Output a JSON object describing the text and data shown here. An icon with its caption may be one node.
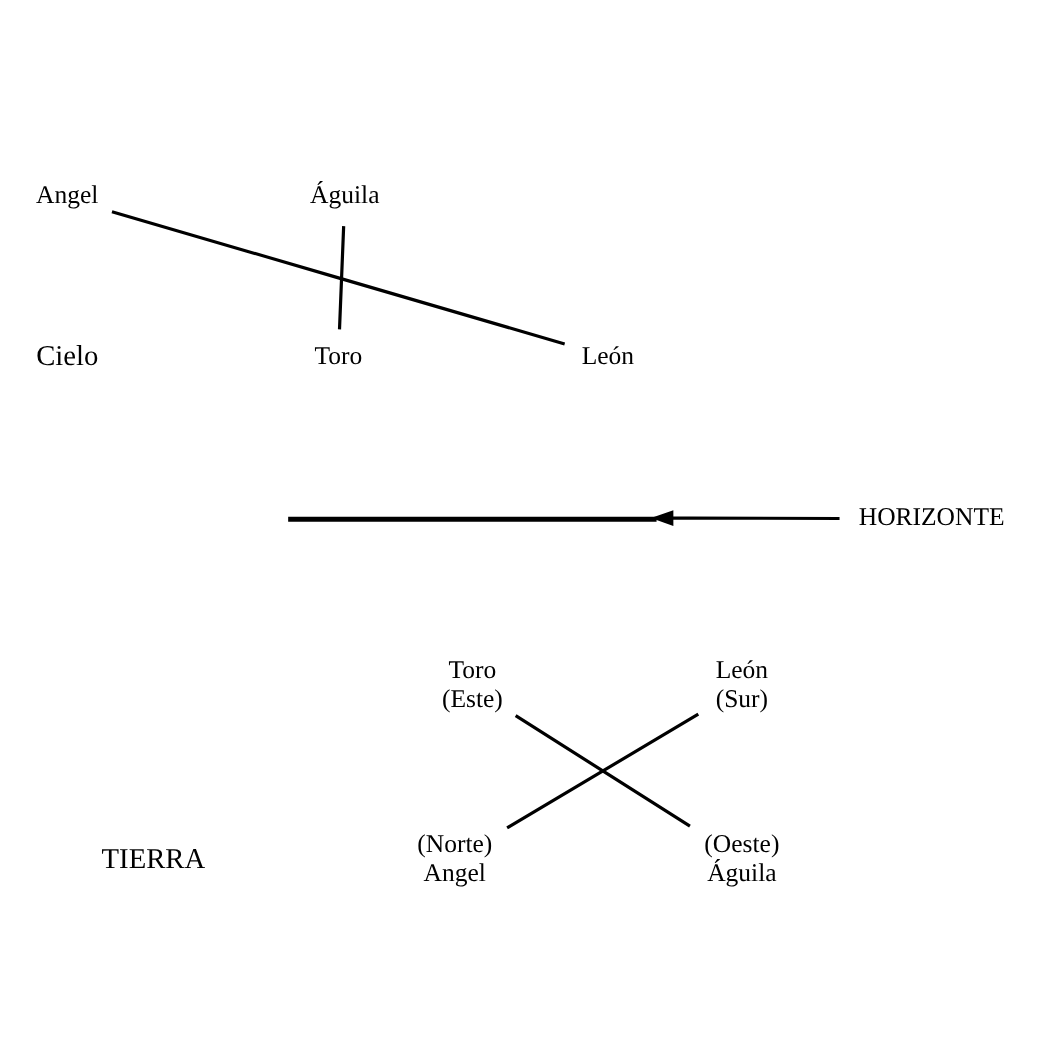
{
  "diagram": {
    "nodes": [
      {
        "text": [
          "Angel"
        ]
      },
      {
        "text": [
          "Águila"
        ]
      },
      {
        "text": [
          "Toro"
        ]
      },
      {
        "text": [
          "León"
        ]
      },
      {
        "text": [
          "HORIZONTE"
        ]
      },
      {
        "text": [],
        "shape": "bar"
      },
      {
        "text": [
          "Toro (Este)"
        ]
      },
      {
        "text": [
          "León (Sur)"
        ]
      },
      {
        "text": [
          "(Norte) Angel"
        ]
      },
      {
        "text": [
          "(Oeste) Águila"
        ]
      }
    ],
    "edges": [
      {
        "from": 0,
        "to": 3,
        "arrow": "none"
      },
      {
        "from": 1,
        "to": 2,
        "arrow": "none"
      },
      {
        "from": 4,
        "to": 5,
        "arrow": "to"
      },
      {
        "from": 7,
        "to": 8,
        "arrow": "none"
      },
      {
        "from": 6,
        "to": 9,
        "arrow": "none"
      }
    ],
    "labels": [
      "Cielo",
      "TIERRA"
    ]
  }
}
